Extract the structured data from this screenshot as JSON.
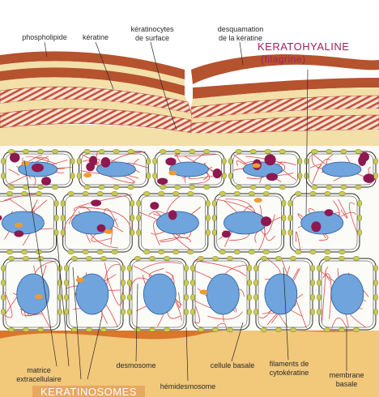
{
  "labels": {
    "phospholipide": "phospholipide",
    "keratine": "kératine",
    "keratinocytes_surface": "kératinocytes\nde surface",
    "desquamation": "desquamation\nde la kératine",
    "keratohyaline": "KERATOHYALINE",
    "filagrine": "(filagrine)",
    "matrice": "matrice\nextracellulaire",
    "keratinosomes": "KERATINOSOMES",
    "desmosome": "desmosome",
    "hemidesmosome": "hémidesmosome",
    "cellule_basale": "cellule basale",
    "filaments": "filaments de\ncytokératine",
    "membrane": "membrane\nbasale"
  },
  "colors": {
    "stratum_brown": "#b5532e",
    "stratum_cream": "#f3dfa8",
    "keratin_stripe": "#c9503f",
    "basal_membrane": "#d9772a",
    "dermis": "#f2c87a",
    "nucleus": "#6fa4dd",
    "keratohyaline_granule": "#8e1850",
    "keratinosome": "#f09a30",
    "desmosome": "#c9cc52",
    "filament": "#d84a4a",
    "cell_outline": "#2a2a2a",
    "highlight_label": "#a1205c"
  }
}
